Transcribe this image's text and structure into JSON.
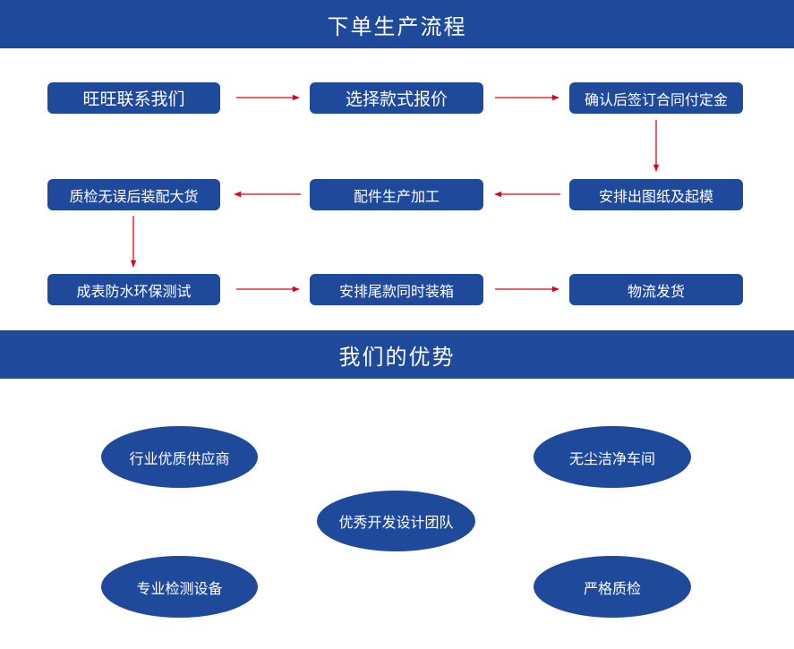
{
  "sections": {
    "process_title": "下单生产流程",
    "advantages_title": "我们的优势"
  },
  "process": {
    "row1": [
      "旺旺联系我们",
      "选择款式报价",
      "确认后签订合同付定金"
    ],
    "row2": [
      "质检无误后装配大货",
      "配件生产加工",
      "安排出图纸及起模"
    ],
    "row3": [
      "成表防水环保测试",
      "安排尾款同时装箱",
      "物流发货"
    ]
  },
  "advantages": {
    "items": [
      "行业优质供应商",
      "无尘洁净车间",
      "优秀开发设计团队",
      "专业检测设备",
      "严格质检"
    ]
  },
  "colors": {
    "primary": "#1f4a9b",
    "arrow": "#e3001b",
    "background": "#ffffff",
    "text": "#ffffff"
  }
}
